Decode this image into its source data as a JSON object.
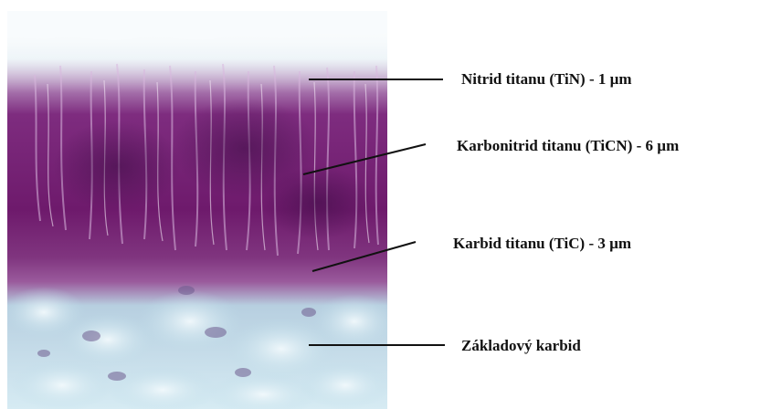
{
  "layers": [
    {
      "key": "tin",
      "label": "Nitrid titanu (TiN) - 1 µm"
    },
    {
      "key": "ticn",
      "label": "Karbonitrid titanu (TiCN) - 6 µm"
    },
    {
      "key": "tic",
      "label": "Karbid titanu (TiC) - 3 µm"
    },
    {
      "key": "base",
      "label": "Základový karbid"
    }
  ],
  "colors": {
    "tin_layer": "#e9f3f7",
    "ticn_layer": "#7a1f78",
    "tic_layer": "#8e3b8f",
    "substrate": "#c9e4ee",
    "leader_line": "#111111"
  }
}
